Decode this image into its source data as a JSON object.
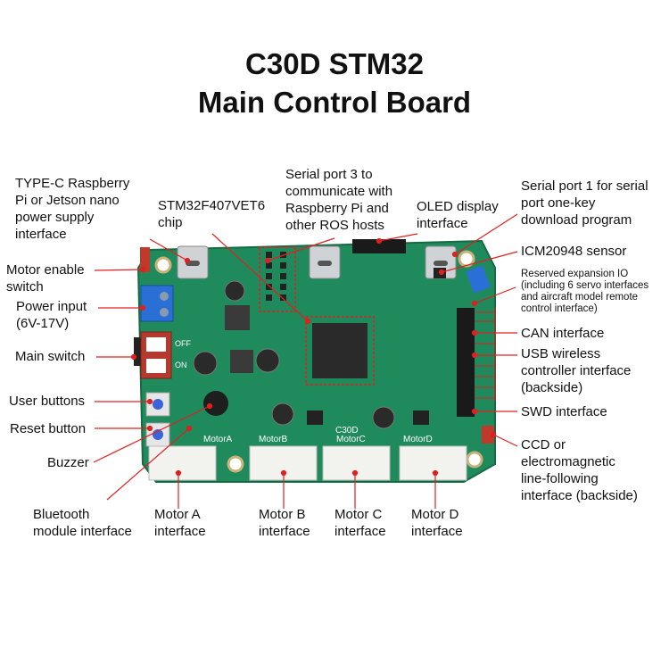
{
  "title": {
    "line1": "C30D STM32",
    "line2": "Main Control Board"
  },
  "board": {
    "silk": {
      "motor_a": "MotorA",
      "motor_b": "MotorB",
      "motor_c": "MotorC",
      "motor_d": "MotorD",
      "model": "C30D",
      "off": "OFF",
      "on": "ON"
    },
    "colors": {
      "pcb": "#1f8a5b",
      "pcb_dark": "#166b45",
      "leader": "#e02020"
    }
  },
  "labels": {
    "typec_power": "TYPE-C Raspberry\nPi or Jetson nano\npower supply\ninterface",
    "stm32_chip": "STM32F407VET6\nchip",
    "serial3": "Serial port 3 to\ncommunicate with\nRaspberry Pi and\nother ROS hosts",
    "oled": "OLED display\ninterface",
    "serial1": "Serial port 1 for serial\nport one-key\ndownload program",
    "motor_enable": "Motor enable\nswitch",
    "power_input": "Power input\n(6V-17V)",
    "main_switch": "Main switch",
    "user_buttons": "User buttons",
    "reset_button": "Reset button",
    "buzzer": "Buzzer",
    "icm20948": "ICM20948 sensor",
    "expansion_io": "Reserved expansion IO\n(including 6 servo interfaces\nand aircraft model remote\ncontrol interface)",
    "can": "CAN interface",
    "usb_wireless": "USB wireless\ncontroller interface\n(backside)",
    "swd": "SWD interface",
    "ccd": "CCD or\nelectromagnetic\nline-following\ninterface (backside)",
    "bluetooth": "Bluetooth\nmodule interface",
    "motor_a": "Motor A\ninterface",
    "motor_b": "Motor B\ninterface",
    "motor_c": "Motor C\ninterface",
    "motor_d": "Motor D\ninterface"
  }
}
